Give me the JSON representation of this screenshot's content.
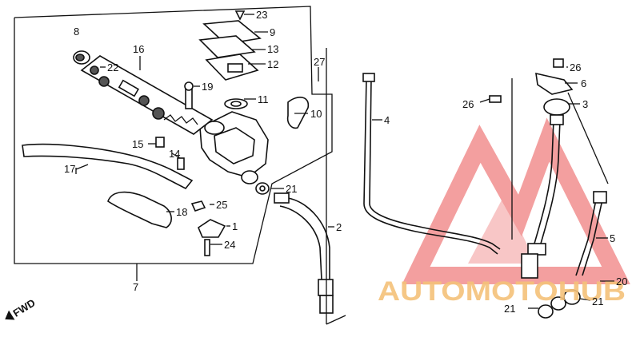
{
  "callouts": {
    "c1": "1",
    "c2": "2",
    "c3": "3",
    "c4": "4",
    "c5": "5",
    "c6": "6",
    "c7": "7",
    "c8": "8",
    "c9": "9",
    "c10": "10",
    "c11": "11",
    "c12": "12",
    "c13": "13",
    "c14": "14",
    "c15": "15",
    "c16": "16",
    "c17": "17",
    "c18": "18",
    "c19": "19",
    "c20": "20",
    "c21a": "21",
    "c21b": "21",
    "c21c": "21",
    "c22": "22",
    "c23": "23",
    "c24": "24",
    "c25": "25",
    "c26a": "26",
    "c26b": "26",
    "c27": "27"
  },
  "direction_label": "FWD",
  "watermark": {
    "text": "AUTOMOTOHUB",
    "color_logo": "#f08080",
    "color_text": "#f5c27a"
  }
}
